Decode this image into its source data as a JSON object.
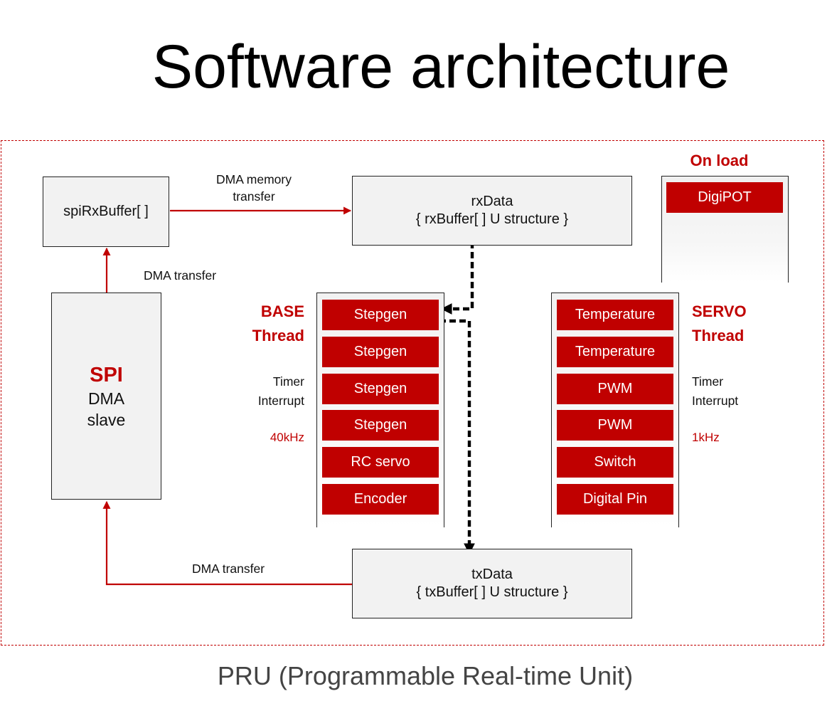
{
  "title": "Software architecture",
  "footer": "PRU (Programmable Real-time Unit)",
  "colors": {
    "accent": "#c00000",
    "box_fill": "#f2f2f2",
    "module_text": "#ffffff",
    "dashed_arrow": "#000000"
  },
  "spi_rx_buffer": {
    "label": "spiRxBuffer[ ]"
  },
  "rx_data": {
    "line1": "rxData",
    "line2": "{ rxBuffer[ ] U structure }"
  },
  "tx_data": {
    "line1": "txData",
    "line2": "{ txBuffer[ ] U structure }"
  },
  "spi": {
    "title": "SPI",
    "line1": "DMA",
    "line2": "slave"
  },
  "arrows": {
    "dma_memory_transfer_1": "DMA memory",
    "dma_memory_transfer_2": "transfer",
    "dma_transfer_up": "DMA transfer",
    "dma_transfer_back": "DMA transfer"
  },
  "base_thread": {
    "name_1": "BASE",
    "name_2": "Thread",
    "timer_1": "Timer",
    "timer_2": "Interrupt",
    "frequency": "40kHz",
    "modules": [
      "Stepgen",
      "Stepgen",
      "Stepgen",
      "Stepgen",
      "RC servo",
      "Encoder"
    ]
  },
  "servo_thread": {
    "name_1": "SERVO",
    "name_2": "Thread",
    "timer_1": "Timer",
    "timer_2": "Interrupt",
    "frequency": "1kHz",
    "modules": [
      "Temperature",
      "Temperature",
      "PWM",
      "PWM",
      "Switch",
      "Digital Pin"
    ]
  },
  "on_load": {
    "title": "On load",
    "modules": [
      "DigiPOT"
    ]
  }
}
